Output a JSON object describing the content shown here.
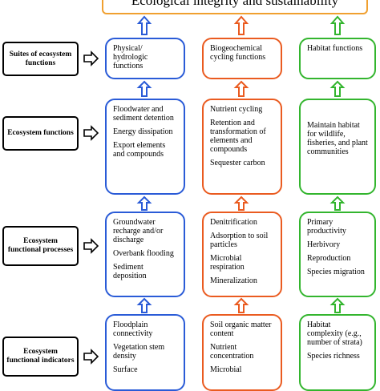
{
  "title": "Ecological integrity and sustainability",
  "row_labels": [
    "Suites of ecosystem functions",
    "Ecosystem functions",
    "Ecosystem functional processes",
    "Ecosystem functional indicators"
  ],
  "columns": [
    {
      "color": "#2a5bd7",
      "suite": "Physical/ hydrologic functions",
      "functions": [
        "Floodwater and sediment detention",
        "Energy dissipation",
        "Export elements and compounds"
      ],
      "processes": [
        "Groundwater recharge and/or discharge",
        "Overbank flooding",
        "Sediment deposition"
      ],
      "indicators": [
        "Floodplain connectivity",
        "Vegetation stem density",
        "Surface"
      ]
    },
    {
      "color": "#ea5b20",
      "suite": "Biogeochemical cycling functions",
      "functions": [
        "Nutrient cycling",
        "Retention and transformation of elements and compounds",
        "Sequester carbon"
      ],
      "processes": [
        "Denitrification",
        "Adsorption to soil particles",
        "Microbial respiration",
        "Mineralization"
      ],
      "indicators": [
        "Soil organic matter content",
        "Nutrient concentration",
        "Microbial"
      ]
    },
    {
      "color": "#33b52e",
      "suite": "Habitat functions",
      "functions": [
        "Maintain habitat for wildlife, fisheries, and plant communities"
      ],
      "processes": [
        "Primary productivity",
        "Herbivory",
        "Reproduction",
        "Species migration"
      ],
      "indicators": [
        "Habitat complexity (e.g., number of strata)",
        "Species richness"
      ]
    }
  ]
}
